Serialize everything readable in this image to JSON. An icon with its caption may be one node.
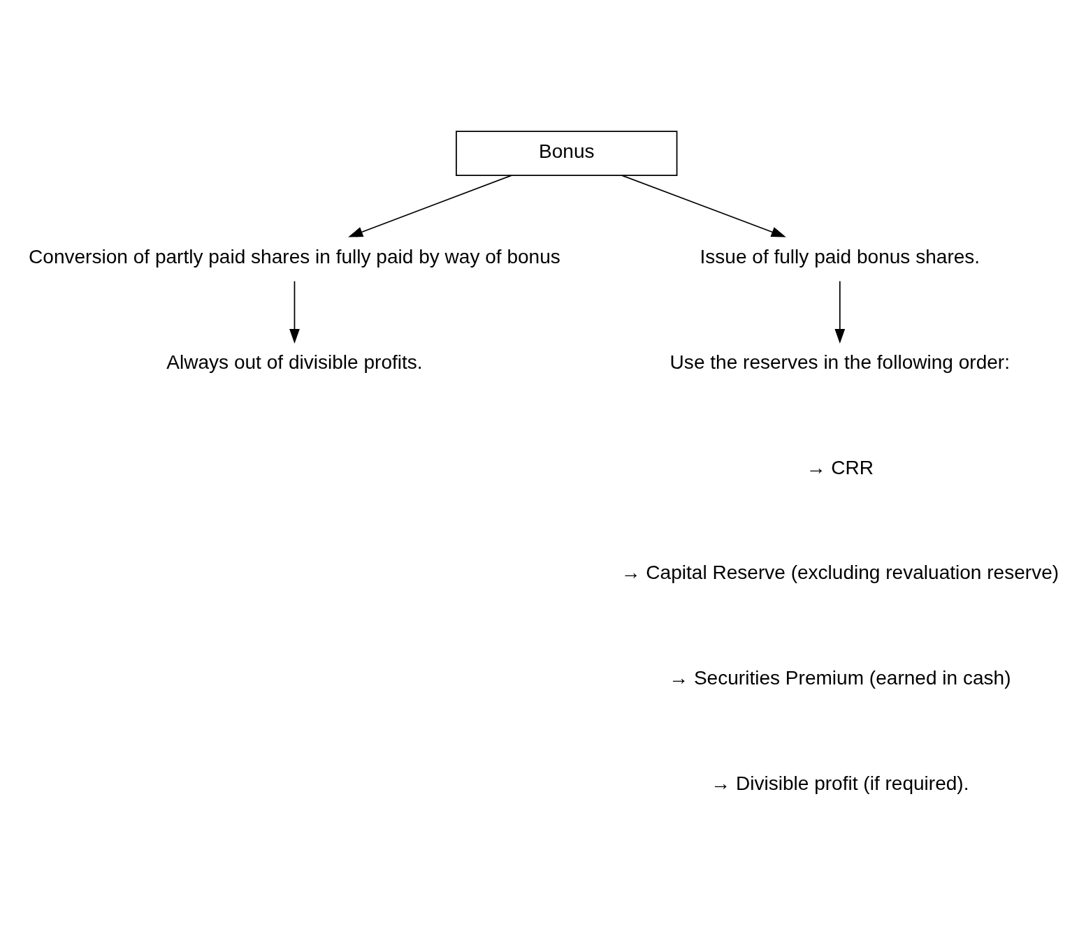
{
  "diagram": {
    "nodes": [
      {
        "text": [
          "Bonus"
        ]
      },
      {
        "text": [
          "Conversion of partly paid shares in fully paid by way of bonus"
        ]
      },
      {
        "text": [
          "Issue of fully paid bonus shares."
        ]
      },
      {
        "text": [
          "Always out of divisible profits."
        ]
      },
      {
        "text": [
          "Use the reserves in the following order:"
        ]
      }
    ],
    "edges": [
      {
        "from": 0,
        "to": 1,
        "arrow": "to"
      },
      {
        "from": 0,
        "to": 2,
        "arrow": "to"
      },
      {
        "from": 1,
        "to": 3,
        "arrow": "to"
      },
      {
        "from": 2,
        "to": 4,
        "arrow": "to"
      }
    ],
    "labels": [
      "→ CRR",
      "→ Capital Reserve (excluding revaluation reserve)",
      "→ Securities Premium (earned in cash)",
      "→ Divisible profit (if required)."
    ]
  }
}
